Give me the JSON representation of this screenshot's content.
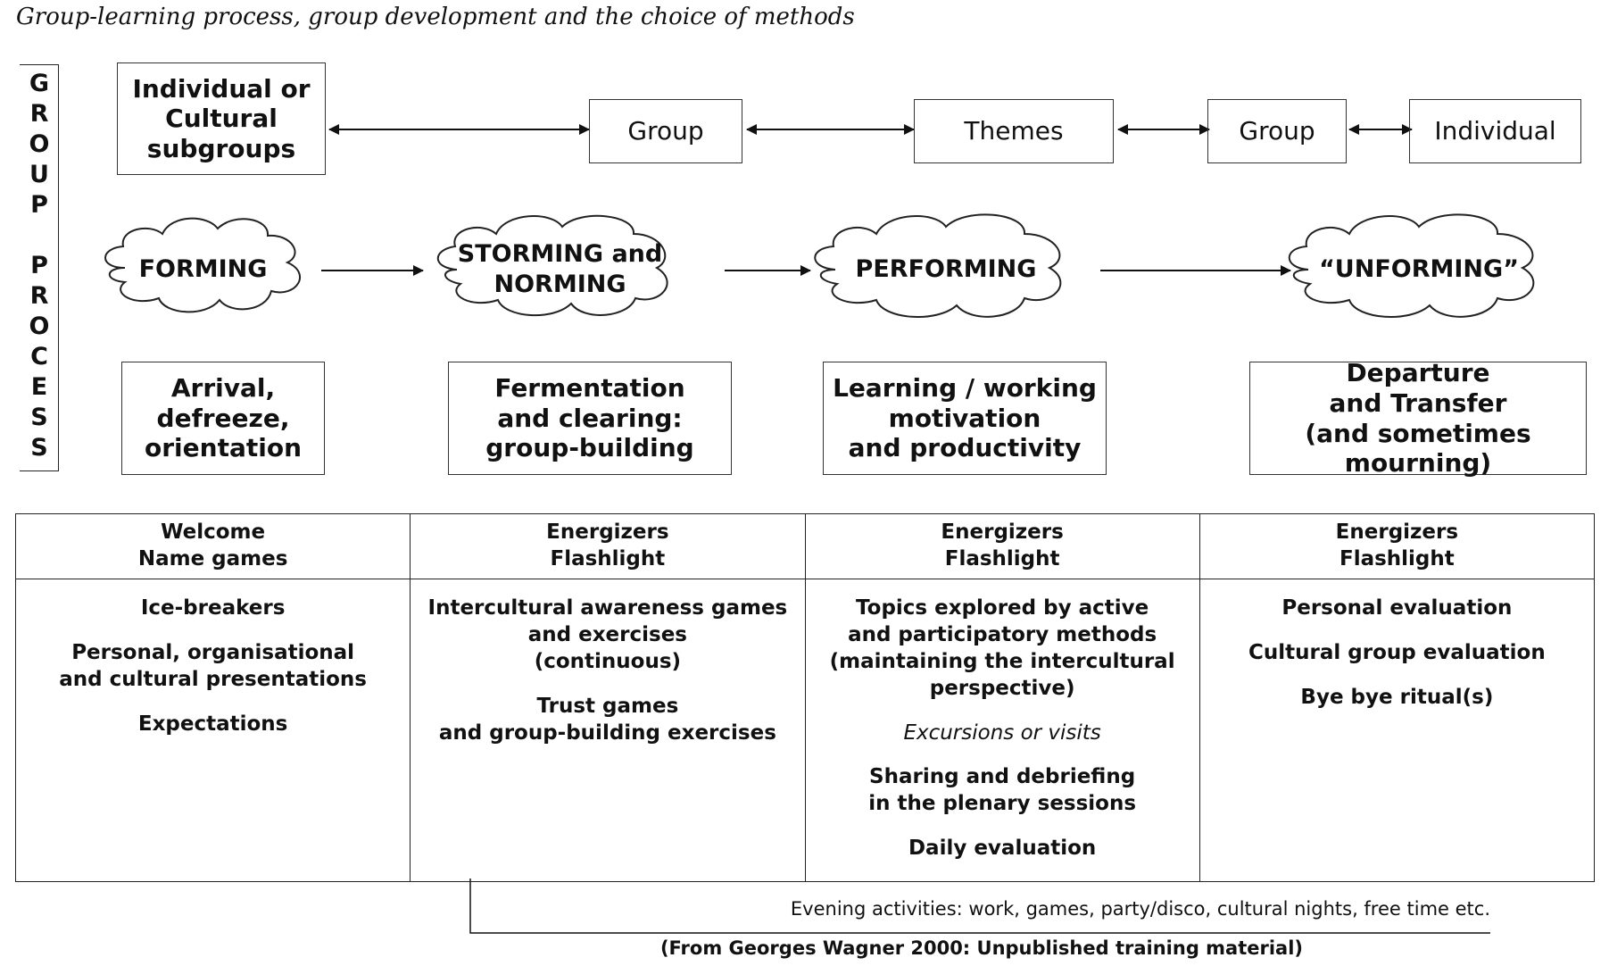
{
  "title": "Group-learning process, group development and the choice of methods",
  "side_label_letters": [
    "G",
    "R",
    "O",
    "U",
    "P",
    "P",
    "R",
    "O",
    "C",
    "E",
    "S",
    "S"
  ],
  "top_row": [
    "Individual or\nCultural\nsubgroups",
    "Group",
    "Themes",
    "Group",
    "Individual"
  ],
  "stages": [
    "FORMING",
    "STORMING and\nNORMING",
    "PERFORMING",
    "“UNFORMING”"
  ],
  "stage_descriptions": [
    "Arrival,\ndefreeze,\norientation",
    "Fermentation\nand clearing:\ngroup-building",
    "Learning / working\nmotivation\nand productivity",
    "Departure\nand Transfer\n(and sometimes mourning)"
  ],
  "methods_table": {
    "headers": [
      "Welcome\nName games",
      "Energizers\nFlashlight",
      "Energizers\nFlashlight",
      "Energizers\nFlashlight"
    ],
    "col1": [
      "Ice-breakers",
      "Personal, organisational\nand cultural presentations",
      "Expectations"
    ],
    "col2": [
      "Intercultural awareness games\nand exercises\n(continuous)",
      "Trust games\nand group-building exercises"
    ],
    "col3": [
      "Topics explored by active\nand participatory methods\n(maintaining the intercultural\nperspective)",
      "Excursions or visits",
      "Sharing and debriefing\nin the plenary sessions",
      "Daily evaluation"
    ],
    "col4": [
      "Personal evaluation",
      "Cultural group evaluation",
      "Bye bye ritual(s)"
    ]
  },
  "evening_note": "Evening activities: work, games, party/disco, cultural nights, free time  etc.",
  "source": "(From Georges Wagner 2000: Unpublished training material)"
}
